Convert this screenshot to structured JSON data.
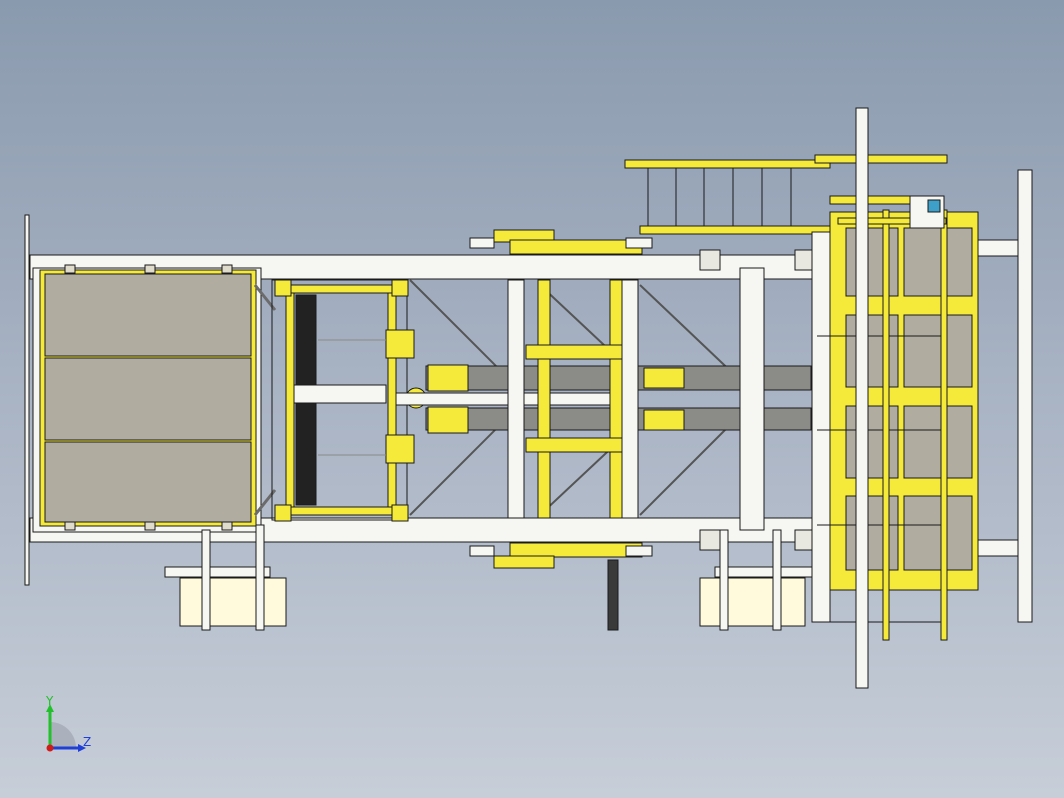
{
  "viewport": {
    "background_top": "#8a9aae",
    "background_bottom": "#c7ced8"
  },
  "colors": {
    "yellow_part": "#f5ea3a",
    "cream_part": "#fffadc",
    "white_part": "#f6f6f2",
    "gray_panel": "#b0aca0",
    "dark_gray_beam": "#8b8b88",
    "outline": "#1a1a1a"
  },
  "triad": {
    "y_label": "Y",
    "z_label": "Z",
    "y_color": "#22c02a",
    "z_color": "#1f3fd6",
    "x_color": "#d11a1a"
  },
  "model": {
    "icon": "cad-assembly-drawing"
  }
}
